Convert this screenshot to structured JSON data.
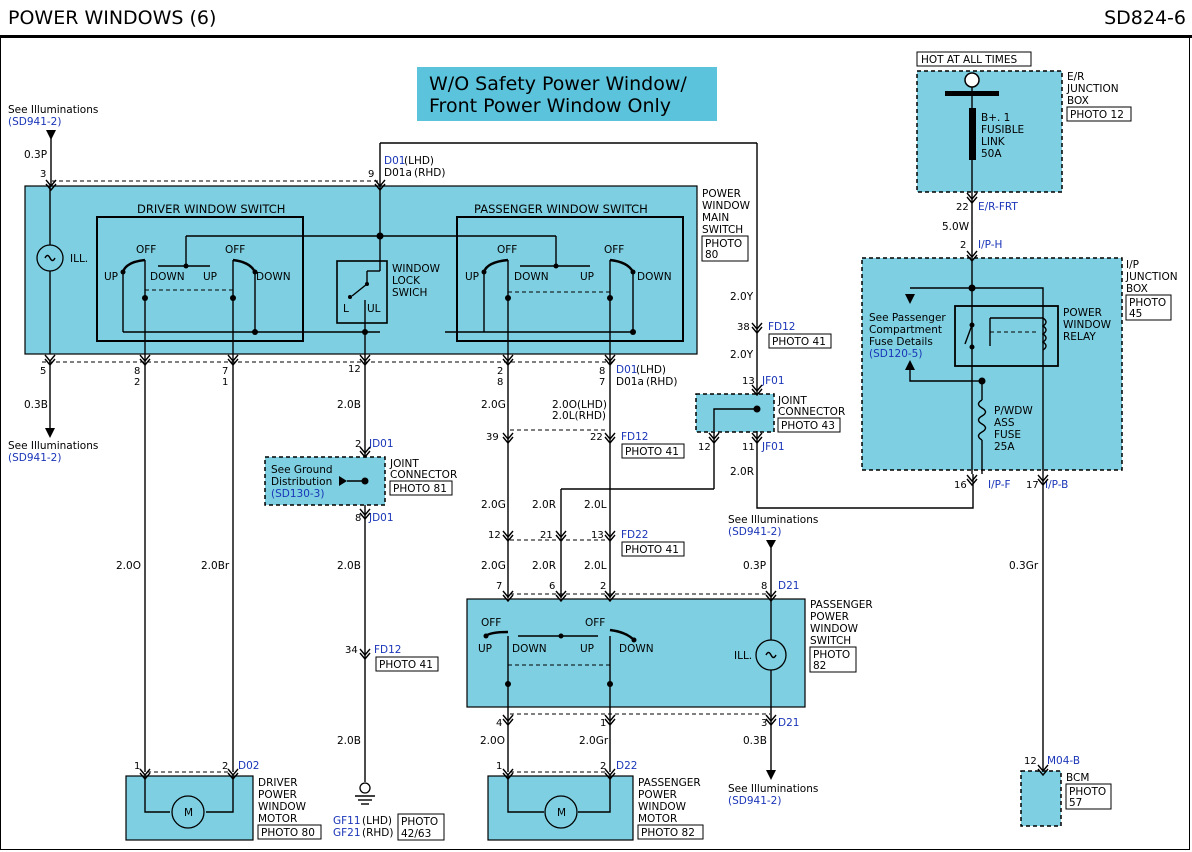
{
  "header": {
    "title": "POWER WINDOWS (6)",
    "code": "SD824-6"
  },
  "banner": {
    "line1": "W/O Safety Power Window/",
    "line2": "Front Power Window Only"
  },
  "main_switch": {
    "name_lines": [
      "POWER",
      "WINDOW",
      "MAIN",
      "SWITCH"
    ],
    "photo": [
      "PHOTO",
      "80"
    ],
    "driver_title": "DRIVER WINDOW SWITCH",
    "passenger_title": "PASSENGER WINDOW SWITCH",
    "ill": "ILL.",
    "lock_lines": [
      "WINDOW",
      "LOCK",
      "SWICH"
    ],
    "lock_l": "L",
    "lock_ul": "UL",
    "off": "OFF",
    "up": "UP",
    "down": "DOWN"
  },
  "top_left": {
    "see": "See Illuminations",
    "ref": "(SD941-2)",
    "wire": "0.3P",
    "pin": "3"
  },
  "bottom_left": {
    "see": "See Illuminations",
    "ref": "(SD941-2)",
    "wire": "0.3B",
    "pin": "5"
  },
  "pins": {
    "p9": "9",
    "d01": "D01",
    "lhd": "(LHD)",
    "d01a": "D01a",
    "rhd": "(RHD)",
    "b8": "8",
    "b2": "2",
    "b7": "7",
    "b1": "1",
    "b12": "12",
    "p2": "2",
    "p8": "8",
    "q8": "8",
    "q7": "7",
    "jd_2": "2",
    "jd_8": "8",
    "jd01": "JD01",
    "fd12_34": "34",
    "fd12": "FD12",
    "c39": "39",
    "c22": "22",
    "c12": "12",
    "c21": "21",
    "c13": "13",
    "fd22": "FD22",
    "ps7": "7",
    "ps6": "6",
    "ps2": "2",
    "ps8": "8",
    "d21": "D21",
    "ps4": "4",
    "ps1": "1",
    "ps3": "3",
    "dm1": "1",
    "dm2": "2",
    "d02": "D02",
    "pm1": "1",
    "pm2": "2",
    "d22": "D22",
    "f38": "38",
    "j13": "13",
    "jf01": "JF01",
    "j12": "12",
    "j11": "11",
    "er22": "22",
    "er_frt": "E/R-FRT",
    "ip2": "2",
    "ip_h": "I/P-H",
    "ip16": "16",
    "ip_f": "I/P-F",
    "ip17": "17",
    "ip_b": "I/P-B",
    "bcm12": "12",
    "m04b": "M04-B"
  },
  "wires": {
    "w2_0O": "2.0O",
    "w2_0Br": "2.0Br",
    "w2_0B_a": "2.0B",
    "w2_0B_b": "2.0B",
    "w2_0B_c": "2.0B",
    "w2_0G_a": "2.0G",
    "w2_0G_b": "2.0G",
    "w2_0O_lhd": "2.0O(LHD)",
    "w2_0L_rhd": "2.0L(RHD)",
    "w2_0R_a": "2.0R",
    "w2_0L_a": "2.0L",
    "w2_0G_c": "2.0G",
    "w2_0R_b": "2.0R",
    "w2_0L_b": "2.0L",
    "w2_0O_b": "2.0O",
    "w2_0Gr": "2.0Gr",
    "w0_3P": "0.3P",
    "w0_3B": "0.3B",
    "w2_0Y_a": "2.0Y",
    "w2_0Y_b": "2.0Y",
    "w2_0R_c": "2.0R",
    "w5_0W": "5.0W",
    "w0_3Gr": "0.3Gr"
  },
  "joint_jd": {
    "see": "See Ground",
    "dist": "Distribution",
    "ref": "(SD130-3)",
    "name": [
      "JOINT",
      "CONNECTOR"
    ],
    "photo": "PHOTO 81"
  },
  "joint_jf": {
    "name": [
      "JOINT",
      "CONNECTOR"
    ],
    "photo": "PHOTO 43"
  },
  "photo41": "PHOTO 41",
  "ground": {
    "gf11": "GF11",
    "lhd": "(LHD)",
    "gf21": "GF21",
    "rhd": "(RHD)",
    "photo": [
      "PHOTO",
      "42/63"
    ]
  },
  "pass_switch": {
    "name": [
      "PASSENGER",
      "POWER",
      "WINDOW",
      "SWITCH"
    ],
    "photo": [
      "PHOTO",
      "82"
    ],
    "ill": "ILL."
  },
  "pass_illum_top": {
    "see": "See Illuminations",
    "ref": "(SD941-2)"
  },
  "pass_illum_bot": {
    "see": "See Illuminations",
    "ref": "(SD941-2)"
  },
  "driver_motor": {
    "name": [
      "DRIVER",
      "POWER",
      "WINDOW",
      "MOTOR"
    ],
    "photo": "PHOTO 80",
    "m": "M"
  },
  "pass_motor": {
    "name": [
      "PASSENGER",
      "POWER",
      "WINDOW",
      "MOTOR"
    ],
    "photo": "PHOTO 82",
    "m": "M"
  },
  "er_box": {
    "hot": "HOT AT ALL TIMES",
    "name": [
      "E/R",
      "JUNCTION",
      "BOX"
    ],
    "photo": "PHOTO 12",
    "fuse": [
      "B+. 1",
      "FUSIBLE",
      "LINK",
      "50A"
    ]
  },
  "ip_box": {
    "name": [
      "I/P",
      "JUNCTION",
      "BOX"
    ],
    "photo": [
      "PHOTO",
      "45"
    ],
    "see": [
      "See Passenger",
      "Compartment",
      "Fuse Details"
    ],
    "ref": "(SD120-5)",
    "relay": [
      "POWER",
      "WINDOW",
      "RELAY"
    ],
    "fuse": [
      "P/WDW",
      "ASS",
      "FUSE",
      "25A"
    ]
  },
  "bcm": {
    "name": "BCM",
    "photo": [
      "PHOTO",
      "57"
    ]
  },
  "colors": {
    "fill": "#7ecfe1",
    "ref": "#1a35b8"
  }
}
